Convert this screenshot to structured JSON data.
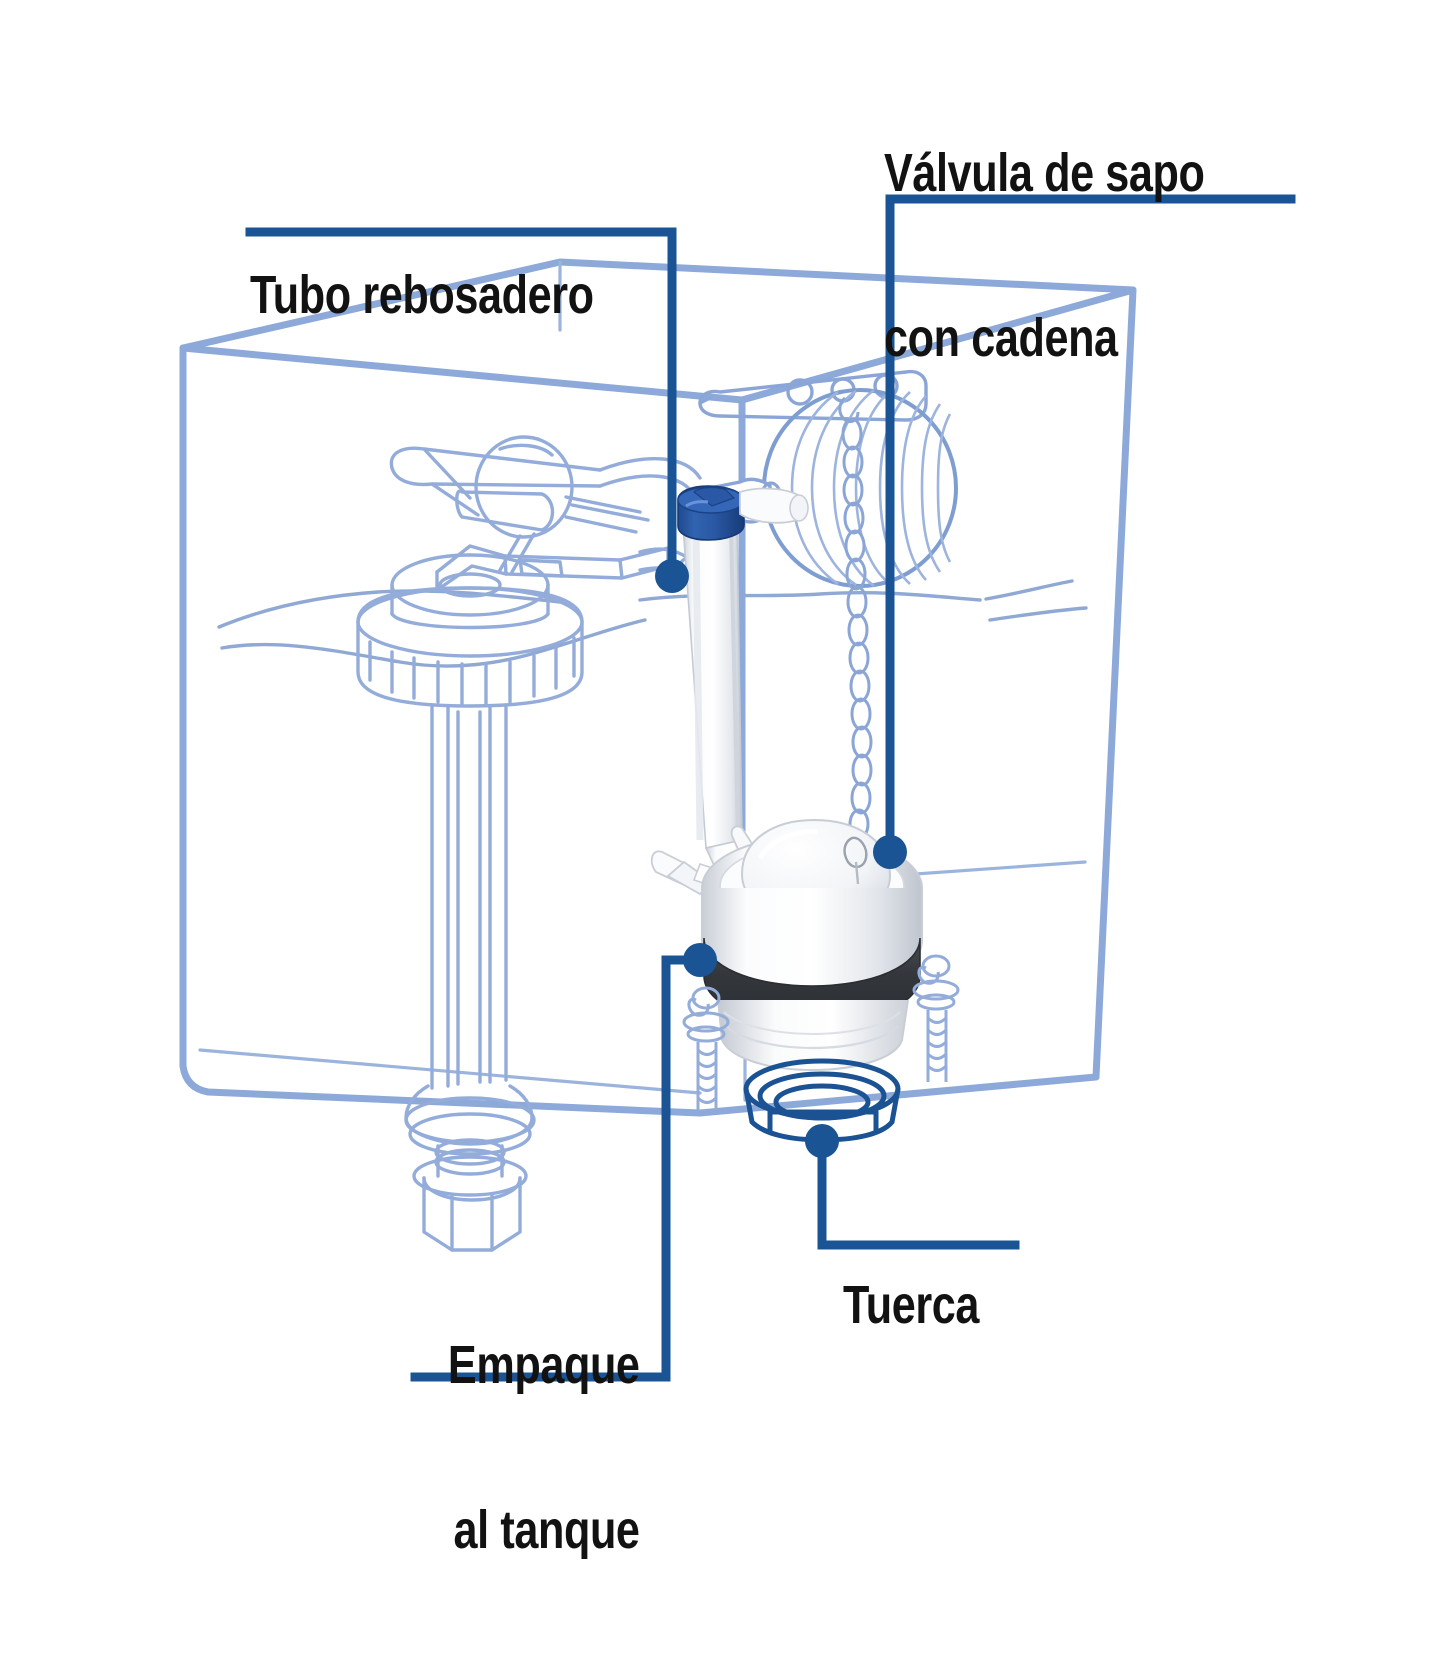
{
  "diagram": {
    "title": "Despiece de tanque de inodoro",
    "language": "es",
    "colors": {
      "leader_dark_blue": "#1A5494",
      "outline_light_blue": "#8CA9D9",
      "outline_mid_blue": "#7E9DD0",
      "nut_blue": "#1B5293",
      "cap_blue": "#2A58A4",
      "cap_blue_dark": "#1F478C",
      "plastic_white": "#FFFFFF",
      "plastic_shadow": "#E4E7EC",
      "gasket_black": "#3A3D42",
      "text_black": "#121212",
      "background": "#FFFFFF"
    },
    "labels": [
      {
        "id": "tubo-rebosadero",
        "text": "Tubo rebosadero",
        "lines": [
          "Tubo rebosadero"
        ],
        "align": "left",
        "callout_target": "overflow-tube"
      },
      {
        "id": "valvula-de-sapo-con-cadena",
        "text": "Válvula de sapo con cadena",
        "lines": [
          "Válvula de sapo",
          "con cadena"
        ],
        "align": "left",
        "callout_target": "flapper-valve-with-chain"
      },
      {
        "id": "empaque-al-tanque",
        "text": "Empaque al tanque",
        "lines": [
          "Empaque",
          "al tanque"
        ],
        "align": "right",
        "callout_target": "tank-to-bowl-gasket"
      },
      {
        "id": "tuerca",
        "text": "Tuerca",
        "lines": [
          "Tuerca"
        ],
        "align": "left",
        "callout_target": "lock-nut"
      }
    ],
    "parts": [
      {
        "id": "toilet-tank",
        "name": "Tanque (vista transparente)"
      },
      {
        "id": "fill-valve",
        "name": "Válvula de llenado"
      },
      {
        "id": "float-ball",
        "name": "Flotador"
      },
      {
        "id": "trip-lever",
        "name": "Palanca de descarga"
      },
      {
        "id": "chain",
        "name": "Cadena"
      },
      {
        "id": "overflow-tube",
        "name": "Tubo rebosadero"
      },
      {
        "id": "flapper-valve",
        "name": "Válvula de sapo"
      },
      {
        "id": "tank-to-bowl-gasket",
        "name": "Empaque al tanque"
      },
      {
        "id": "lock-nut",
        "name": "Tuerca"
      },
      {
        "id": "tank-bolts",
        "name": "Tornillos del tanque"
      },
      {
        "id": "water-line",
        "name": "Nivel de agua"
      }
    ]
  }
}
